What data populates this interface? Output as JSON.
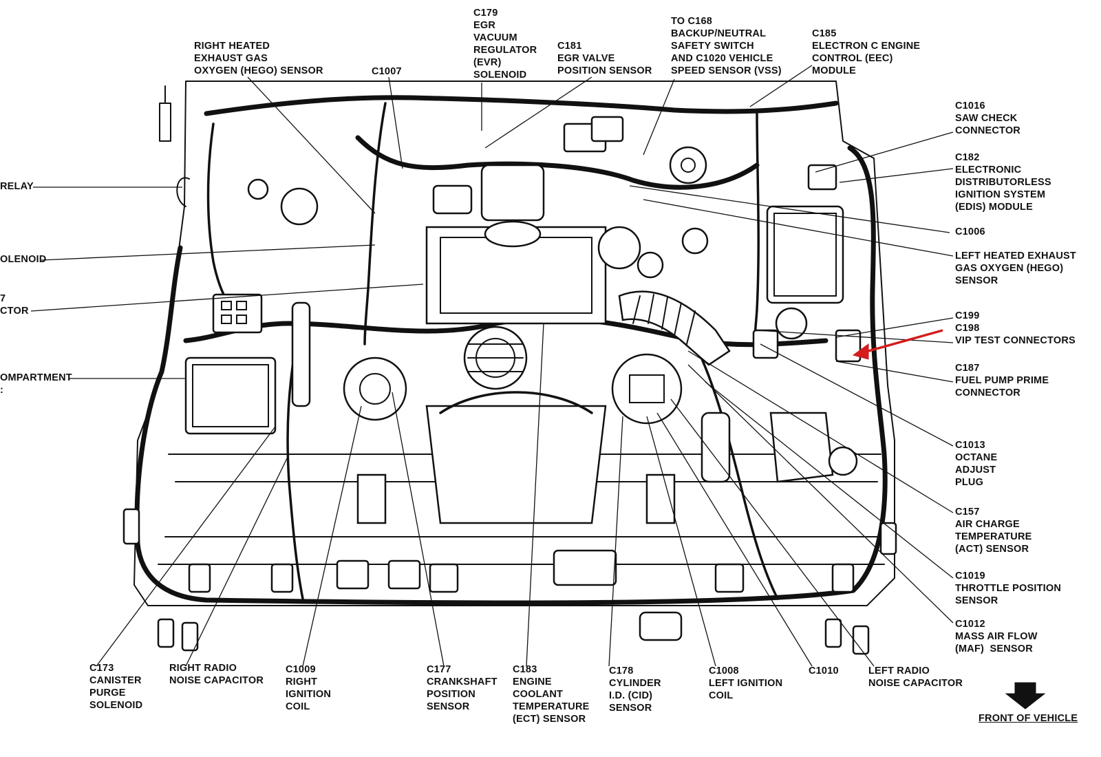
{
  "labels": {
    "c179": [
      "C179",
      "EGR",
      "VACUUM",
      "REGULATOR",
      "(EVR)",
      "SOLENOID"
    ],
    "c181": [
      "C181",
      "EGR VALVE",
      "POSITION SENSOR"
    ],
    "right_hego": [
      "RIGHT HEATED",
      "EXHAUST GAS",
      "OXYGEN (HEGO) SENSOR"
    ],
    "c1007": [
      "C1007"
    ],
    "to_c168": [
      "TO C168",
      "BACKUP/NEUTRAL",
      "SAFETY SWITCH",
      "AND C1020 VEHICLE",
      "SPEED SENSOR (VSS)"
    ],
    "c185": [
      "C185",
      "ELECTRON C ENGINE",
      "CONTROL (EEC)",
      "MODULE"
    ],
    "c1016": [
      "C1016",
      "SAW CHECK",
      "CONNECTOR"
    ],
    "c182": [
      "C182",
      "ELECTRONIC",
      "DISTRIBUTORLESS",
      "IGNITION SYSTEM",
      "(EDIS) MODULE"
    ],
    "c1006": [
      "C1006"
    ],
    "left_hego": [
      "LEFT HEATED EXHAUST",
      "GAS OXYGEN (HEGO)",
      "SENSOR"
    ],
    "c199": [
      "C199"
    ],
    "c198": [
      "C198",
      "VIP TEST CONNECTORS"
    ],
    "c187": [
      "C187",
      "FUEL PUMP PRIME",
      "CONNECTOR"
    ],
    "c1013": [
      "C1013",
      "OCTANE",
      "ADJUST",
      "PLUG"
    ],
    "c157": [
      "C157",
      "AIR CHARGE",
      "TEMPERATURE",
      "(ACT) SENSOR"
    ],
    "c1019": [
      "C1019",
      "THROTTLE POSITION",
      "SENSOR"
    ],
    "c1012": [
      "C1012",
      "MASS AIR FLOW",
      "(MAF)  SENSOR"
    ],
    "relay": [
      "RELAY"
    ],
    "solenoid": [
      "OLENOID"
    ],
    "ctor": [
      "7",
      "CTOR"
    ],
    "compartment": [
      "OMPARTMENT",
      ":"
    ],
    "c173": [
      "C173",
      "CANISTER",
      "PURGE",
      "SOLENOID"
    ],
    "right_radio": [
      "RIGHT RADIO",
      "NOISE CAPACITOR"
    ],
    "c1009": [
      "C1009",
      "RIGHT",
      "IGNITION",
      "COIL"
    ],
    "c177": [
      "C177",
      "CRANKSHAFT",
      "POSITION",
      "SENSOR"
    ],
    "c183": [
      "C183",
      "ENGINE",
      "COOLANT",
      "TEMPERATURE",
      "(ECT) SENSOR"
    ],
    "c178": [
      "C178",
      "CYLINDER",
      "I.D. (CID)",
      "SENSOR"
    ],
    "c1008": [
      "C1008",
      "LEFT IGNITION",
      "COIL"
    ],
    "c1010": [
      "C1010"
    ],
    "left_radio": [
      "LEFT RADIO",
      "NOISE CAPACITOR"
    ],
    "front": [
      "FRONT OF VEHICLE"
    ]
  },
  "colors": {
    "ink": "#111111",
    "highlight_arrow": "#d41c1c",
    "background": "#ffffff"
  },
  "icons": {
    "front_arrow": "down-arrow-icon"
  }
}
